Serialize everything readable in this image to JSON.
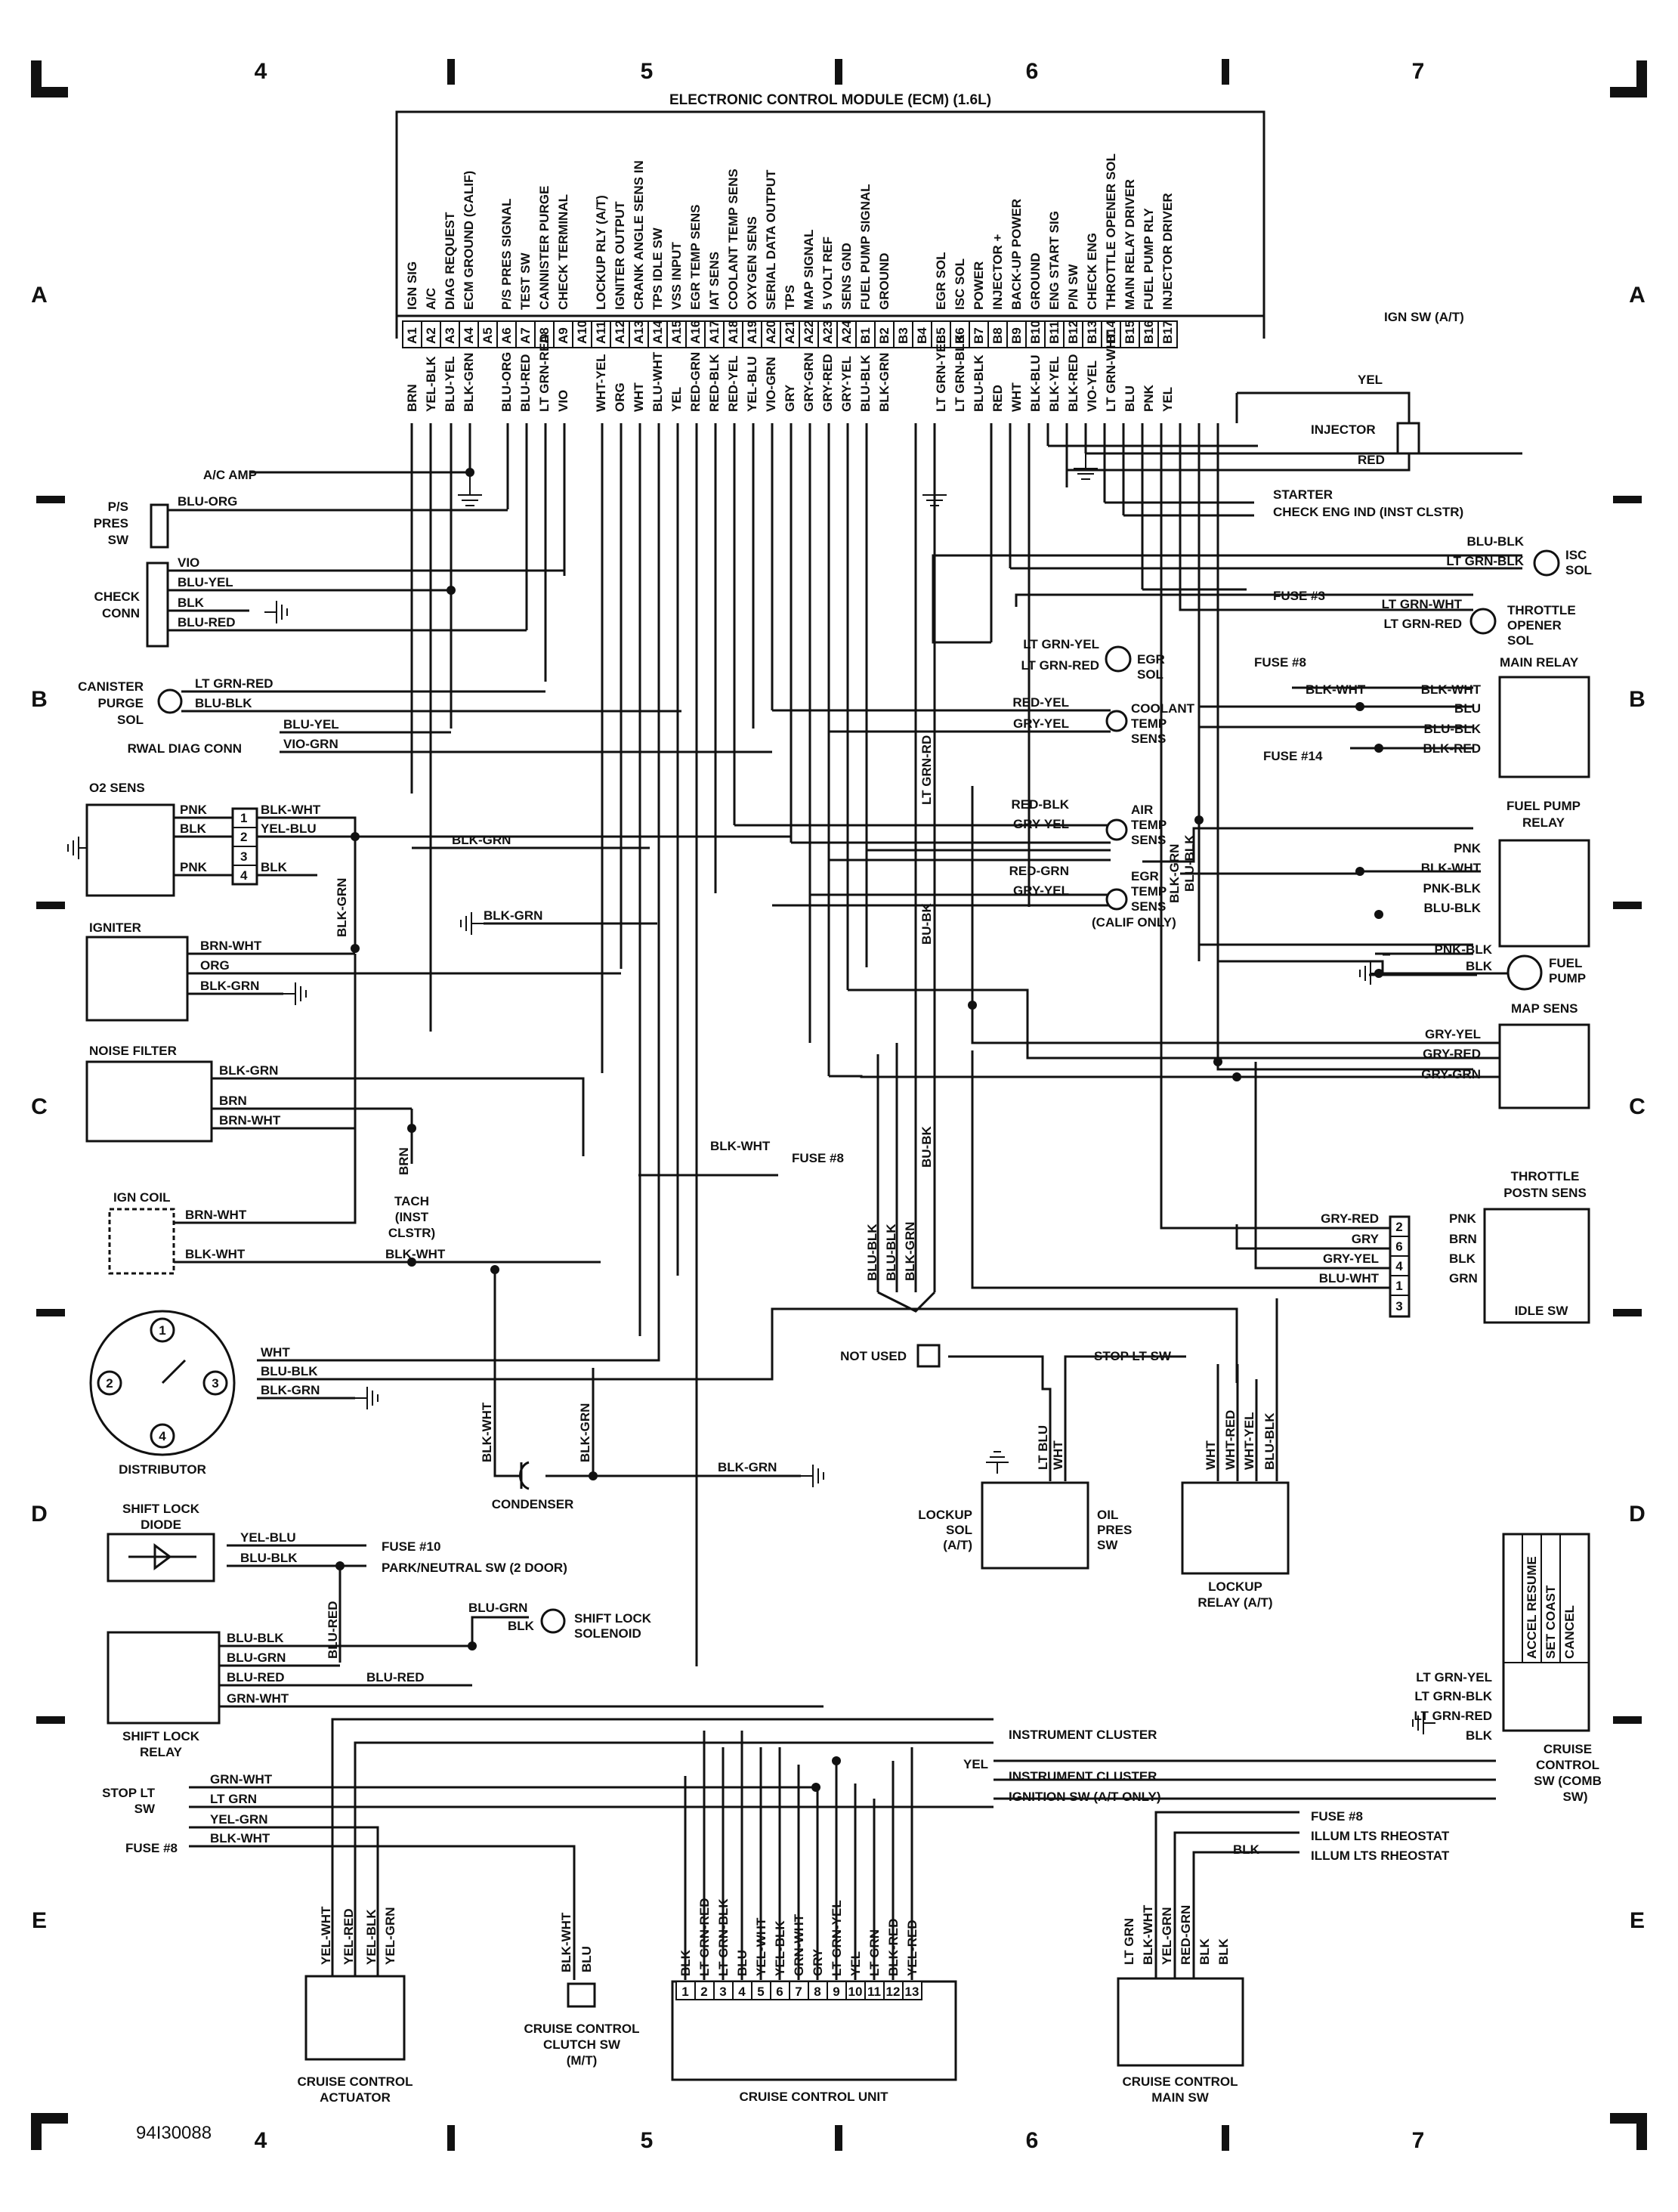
{
  "grid": {
    "columns": [
      "4",
      "5",
      "6",
      "7"
    ],
    "rows": [
      "A",
      "B",
      "C",
      "D",
      "E"
    ],
    "figure_id": "94I30088"
  },
  "ecm": {
    "title": "ELECTRONIC CONTROL MODULE (ECM) (1.6L)",
    "pins": [
      {
        "pin": "A1",
        "fn": "IGN SIG",
        "wire": "BRN"
      },
      {
        "pin": "A2",
        "fn": "A/C",
        "wire": "YEL-BLK"
      },
      {
        "pin": "A3",
        "fn": "DIAG REQUEST",
        "wire": "BLU-YEL"
      },
      {
        "pin": "A4",
        "fn": "ECM GROUND (CALIF)",
        "wire": "BLK-GRN"
      },
      {
        "pin": "A5",
        "fn": "",
        "wire": ""
      },
      {
        "pin": "A6",
        "fn": "P/S PRES SIGNAL",
        "wire": "BLU-ORG"
      },
      {
        "pin": "A7",
        "fn": "TEST SW",
        "wire": "BLU-RED"
      },
      {
        "pin": "A8",
        "fn": "CANNISTER PURGE",
        "wire": "LT GRN-RED"
      },
      {
        "pin": "A9",
        "fn": "CHECK TERMINAL",
        "wire": "VIO"
      },
      {
        "pin": "A10",
        "fn": "",
        "wire": ""
      },
      {
        "pin": "A11",
        "fn": "LOCKUP RLY (A/T)",
        "wire": "WHT-YEL"
      },
      {
        "pin": "A12",
        "fn": "IGNITER OUTPUT",
        "wire": "ORG"
      },
      {
        "pin": "A13",
        "fn": "CRANK ANGLE SENS IN",
        "wire": "WHT"
      },
      {
        "pin": "A14",
        "fn": "TPS IDLE SW",
        "wire": "BLU-WHT"
      },
      {
        "pin": "A15",
        "fn": "VSS INPUT",
        "wire": "YEL"
      },
      {
        "pin": "A16",
        "fn": "EGR TEMP SENS",
        "wire": "RED-GRN"
      },
      {
        "pin": "A17",
        "fn": "IAT SENS",
        "wire": "RED-BLK"
      },
      {
        "pin": "A18",
        "fn": "COOLANT TEMP SENS",
        "wire": "RED-YEL"
      },
      {
        "pin": "A19",
        "fn": "OXYGEN SENS",
        "wire": "YEL-BLU"
      },
      {
        "pin": "A20",
        "fn": "SERIAL DATA OUTPUT",
        "wire": "VIO-GRN"
      },
      {
        "pin": "A21",
        "fn": "TPS",
        "wire": "GRY"
      },
      {
        "pin": "A22",
        "fn": "MAP SIGNAL",
        "wire": "GRY-GRN"
      },
      {
        "pin": "A23",
        "fn": "5 VOLT REF",
        "wire": "GRY-RED"
      },
      {
        "pin": "A24",
        "fn": "SENS GND",
        "wire": "GRY-YEL"
      },
      {
        "pin": "B1",
        "fn": "FUEL PUMP SIGNAL",
        "wire": "BLU-BLK"
      },
      {
        "pin": "B2",
        "fn": "GROUND",
        "wire": "BLK-GRN"
      },
      {
        "pin": "B3",
        "fn": "",
        "wire": ""
      },
      {
        "pin": "B4",
        "fn": "",
        "wire": ""
      },
      {
        "pin": "B5",
        "fn": "EGR SOL",
        "wire": "LT GRN-YEL"
      },
      {
        "pin": "B6",
        "fn": "ISC SOL",
        "wire": "LT GRN-BLK"
      },
      {
        "pin": "B7",
        "fn": "POWER",
        "wire": "BLU-BLK"
      },
      {
        "pin": "B8",
        "fn": "INJECTOR +",
        "wire": "RED"
      },
      {
        "pin": "B9",
        "fn": "BACK-UP POWER",
        "wire": "WHT"
      },
      {
        "pin": "B10",
        "fn": "GROUND",
        "wire": "BLK-BLU"
      },
      {
        "pin": "B11",
        "fn": "ENG START SIG",
        "wire": "BLK-YEL"
      },
      {
        "pin": "B12",
        "fn": "P/N SW",
        "wire": "BLK-RED"
      },
      {
        "pin": "B13",
        "fn": "CHECK ENG",
        "wire": "VIO-YEL"
      },
      {
        "pin": "B14",
        "fn": "THROTTLE OPENER SOL",
        "wire": "LT GRN-WHT"
      },
      {
        "pin": "B15",
        "fn": "MAIN RELAY DRIVER",
        "wire": "BLU"
      },
      {
        "pin": "B16",
        "fn": "FUEL PUMP RLY",
        "wire": "PNK"
      },
      {
        "pin": "B17",
        "fn": "INJECTOR DRIVER",
        "wire": "YEL"
      }
    ]
  },
  "left": {
    "ac_amp": "A/C AMP",
    "ps_sw": {
      "name": [
        "P/S",
        "PRES",
        "SW"
      ],
      "wire": "BLU-ORG"
    },
    "check_conn": {
      "name": [
        "CHECK",
        "CONN"
      ],
      "wires": [
        "VIO",
        "BLU-YEL",
        "BLK",
        "BLU-RED"
      ]
    },
    "canister": {
      "name": [
        "CANISTER",
        "PURGE",
        "SOL"
      ],
      "wires": [
        "LT GRN-RED",
        "BLU-BLK"
      ]
    },
    "rwal": {
      "name": "RWAL DIAG CONN",
      "wires": [
        "BLU-YEL",
        "VIO-GRN"
      ]
    },
    "o2": {
      "name": "O2 SENS",
      "left_wires": [
        "PNK",
        "BLK",
        "PNK"
      ],
      "pins": [
        "1",
        "2",
        "3",
        "4"
      ],
      "right_wires": [
        "BLK-WHT",
        "YEL-BLU",
        "BLK"
      ],
      "shield": "BLK-GRN",
      "vert": "BLK-GRN"
    },
    "igniter": {
      "name": "IGNITER",
      "wires": [
        "BRN-WHT",
        "ORG",
        "BLK-GRN"
      ]
    },
    "noise_filter": {
      "name": "NOISE FILTER",
      "wires": [
        "BLK-GRN",
        "BRN",
        "BRN-WHT"
      ]
    },
    "tach": {
      "wire": "BRN",
      "label": [
        "TACH",
        "(INST",
        "CLSTR)"
      ]
    },
    "ign_coil": {
      "name": "IGN COIL",
      "wires": [
        "BRN-WHT",
        "BLK-WHT"
      ]
    },
    "distributor": {
      "name": "DISTRIBUTOR",
      "pins": [
        "1",
        "2",
        "3",
        "4"
      ],
      "wires": [
        "WHT",
        "BLU-BLK",
        "BLK-GRN"
      ]
    },
    "condenser": {
      "name": "CONDENSER",
      "wires": [
        "BLK-WHT",
        "BLK-GRN",
        "BLK-GRN"
      ]
    },
    "fuse8_mid": {
      "wire": "BLK-WHT",
      "label": "FUSE #8"
    }
  },
  "right": {
    "ign_sw": "IGN SW (A/T)",
    "injector": {
      "name": "INJECTOR",
      "wires": [
        "YEL",
        "RED"
      ]
    },
    "starter": "STARTER",
    "check_eng": "CHECK ENG IND (INST CLSTR)",
    "isc": {
      "name": [
        "ISC",
        "SOL"
      ],
      "wires": [
        "BLU-BLK",
        "LT GRN-BLK"
      ]
    },
    "fuse3": "FUSE #3",
    "throttle_opener": {
      "name": [
        "THROTTLE",
        "OPENER",
        "SOL"
      ],
      "wires": [
        "LT GRN-WHT",
        "LT GRN-RED"
      ]
    },
    "egr_sol": {
      "name": [
        "EGR",
        "SOL"
      ],
      "wires": [
        "LT GRN-YEL",
        "LT GRN-RED"
      ]
    },
    "coolant": {
      "name": [
        "COOLANT",
        "TEMP",
        "SENS"
      ],
      "wires": [
        "RED-YEL",
        "GRY-YEL"
      ]
    },
    "air_temp": {
      "name": [
        "AIR",
        "TEMP",
        "SENS"
      ],
      "wires": [
        "RED-BLK",
        "GRY-YEL"
      ]
    },
    "egr_temp": {
      "name": [
        "EGR",
        "TEMP",
        "SENS",
        "(CALIF ONLY)"
      ],
      "wires": [
        "RED-GRN",
        "GRY-YEL"
      ]
    },
    "main_relay": {
      "name": "MAIN RELAY",
      "fuse": "FUSE #8",
      "wires": [
        "BLK-WHT",
        "BLK-WHT",
        "BLU",
        "BLU-BLK",
        "BLK-RED"
      ]
    },
    "fuse14": "FUSE #14",
    "fuel_pump_relay": {
      "name": [
        "FUEL PUMP",
        "RELAY"
      ],
      "wires": [
        "PNK",
        "BLK-WHT",
        "PNK-BLK",
        "BLU-BLK"
      ]
    },
    "fuel_pump": {
      "name": [
        "FUEL",
        "PUMP"
      ],
      "wires": [
        "PNK-BLK",
        "BLK"
      ]
    },
    "map_sens": {
      "name": "MAP SENS",
      "wires": [
        "GRY-YEL",
        "GRY-RED",
        "GRY-GRN"
      ]
    },
    "tps": {
      "name": [
        "THROTTLE",
        "POSTN SENS"
      ],
      "left_wires": [
        "GRY-RED",
        "GRY",
        "GRY-YEL",
        "BLU-WHT"
      ],
      "pins": [
        "2",
        "6",
        "4",
        "1",
        "3"
      ],
      "right_wires": [
        "PNK",
        "BRN",
        "BLK",
        "GRN"
      ],
      "idle": "IDLE SW"
    },
    "vert_labels": [
      "LT GRN-RD",
      "BU-BK",
      "BU-BK",
      "BLU-BLK",
      "BLU-BLK",
      "BLK-GRN",
      "BLK-GRN",
      "BLU-BLK"
    ]
  },
  "lower": {
    "not_used": "NOT USED",
    "stop_lt_sw": "STOP LT SW",
    "lockup_sol": {
      "name": [
        "LOCKUP",
        "SOL",
        "(A/T)"
      ],
      "wires": [
        "LT BLU",
        "WHT"
      ]
    },
    "oil_pres": [
      "OIL",
      "PRES",
      "SW"
    ],
    "lockup_relay": {
      "name": [
        "LOCKUP",
        "RELAY (A/T)"
      ],
      "wires": [
        "WHT",
        "WHT-RED",
        "WHT-YEL",
        "BLU-BLK"
      ]
    },
    "shift_lock_diode": {
      "name": [
        "SHIFT LOCK",
        "DIODE"
      ],
      "wires": [
        "YEL-BLU",
        "BLU-BLK"
      ]
    },
    "fuse10": "FUSE #10",
    "park_neutral": "PARK/NEUTRAL SW (2 DOOR)",
    "shift_lock_sol": {
      "name": [
        "SHIFT LOCK",
        "SOLENOID"
      ],
      "wires": [
        "BLU-GRN",
        "BLK"
      ]
    },
    "shift_lock_relay": {
      "name": [
        "SHIFT LOCK",
        "RELAY"
      ],
      "wires": [
        "BLU-BLK",
        "BLU-GRN",
        "BLU-RED",
        "GRN-WHT"
      ],
      "vert": "BLU-RED",
      "link": "BLU-RED"
    },
    "stop_lt_sw_left": {
      "name": [
        "STOP LT",
        "SW"
      ],
      "wires": [
        "GRN-WHT",
        "LT GRN",
        "YEL-GRN",
        "BLK-WHT"
      ],
      "fuse": "FUSE #8"
    },
    "instrument_cluster": "INSTRUMENT CLUSTER",
    "instrument_cluster_wire": "YEL",
    "ignition_sw": "IGNITION SW (A/T ONLY)",
    "cruise_sw": {
      "name": [
        "CRUISE",
        "CONTROL",
        "SW (COMB",
        "SW)"
      ],
      "cols": [
        "ACCEL RESUME",
        "SET COAST",
        "CANCEL"
      ],
      "wires": [
        "LT GRN-YEL",
        "LT GRN-BLK",
        "LT GRN-RED",
        "BLK"
      ]
    },
    "fuse8_right": "FUSE #8",
    "illum1": "ILLUM LTS RHEOSTAT",
    "illum2": "ILLUM LTS RHEOSTAT",
    "actuator": {
      "name": [
        "CRUISE CONTROL",
        "ACTUATOR"
      ],
      "wires": [
        "YEL-WHT",
        "YEL-RED",
        "YEL-BLK",
        "YEL-GRN"
      ]
    },
    "clutch_sw": {
      "name": [
        "CRUISE CONTROL",
        "CLUTCH SW",
        "(M/T)"
      ],
      "wires": [
        "BLK-WHT",
        "BLU"
      ]
    },
    "ccu": {
      "name": "CRUISE CONTROL UNIT",
      "pins": [
        "1",
        "2",
        "3",
        "4",
        "5",
        "6",
        "7",
        "8",
        "9",
        "10",
        "11",
        "12",
        "13"
      ],
      "wires": [
        "BLK",
        "LT GRN-RED",
        "LT GRN-BLK",
        "BLU",
        "YEL-WHT",
        "YEL-BLK",
        "GRN-WHT",
        "GRY",
        "LT GRN-YEL",
        "YEL",
        "LT GRN",
        "BLK-RED",
        "YEL-RED"
      ]
    },
    "main_sw": {
      "name": [
        "CRUISE CONTROL",
        "MAIN SW"
      ],
      "wires": [
        "LT GRN",
        "BLK-WHT",
        "YEL-GRN",
        "RED-GRN",
        "BLK",
        "BLK"
      ],
      "top": "BLK"
    }
  }
}
